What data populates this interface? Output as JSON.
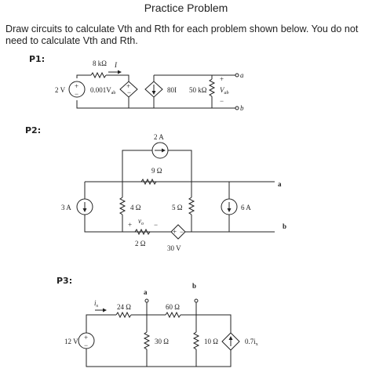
{
  "title": "Practice Problem",
  "instructions": "Draw circuits to calculate Vth and Rth for each problem shown below. You do not need to calculate Vth and Rth.",
  "p1": {
    "label": "P1:",
    "r_top": "8 kΩ",
    "current": "I",
    "vsrc": "2 V",
    "dep_v": "0.001V",
    "dep_v_sub": "ab",
    "dep_i": "80I",
    "r_out": "50 kΩ",
    "vab": "V",
    "vab_sub": "ab",
    "plus": "+",
    "minus": "−",
    "term_a": "a",
    "term_b": "b"
  },
  "p2": {
    "label": "P2:",
    "isrc_top": "2 A",
    "r9": "9 Ω",
    "isrc_left": "3 A",
    "r4": "4 Ω",
    "r5": "5 Ω",
    "isrc_right": "6 A",
    "vo_plus": "+",
    "vo": "v",
    "vo_sub": "o",
    "vo_minus": "−",
    "r2": "2 Ω",
    "dep_v": "30 V",
    "term_a": "a",
    "term_b": "b"
  },
  "p3": {
    "label": "P3:",
    "ix": "i",
    "ix_sub": "x",
    "r24": "24 Ω",
    "r60": "60 Ω",
    "vsrc": "12 V",
    "r30": "30 Ω",
    "r10": "10 Ω",
    "dep_i": "0.7i",
    "dep_i_sub": "x",
    "term_a": "a",
    "term_b": "b"
  }
}
